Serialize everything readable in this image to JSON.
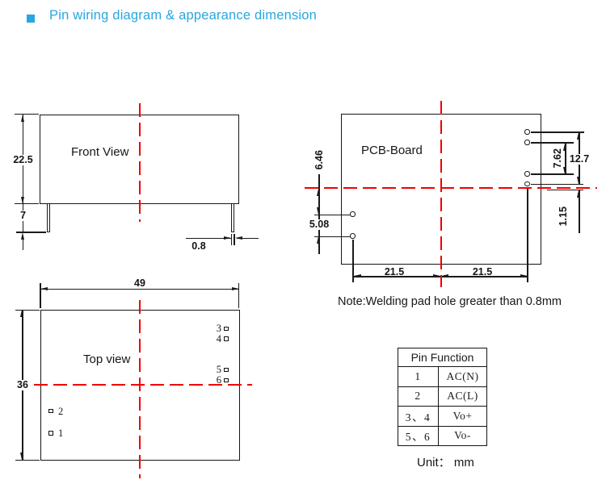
{
  "header": {
    "title": "Pin wiring diagram & appearance dimension"
  },
  "front_view": {
    "label": "Front View",
    "dim_body_height": "22.5",
    "dim_pin_length": "7",
    "dim_pin_width": "0.8"
  },
  "pcb_view": {
    "label": "PCB-Board",
    "dim_center_to_left_hole": "6.46",
    "dim_left_hole_pitch": "5.08",
    "dim_right_inner_pitch": "7.62",
    "dim_right_total_span": "12.7",
    "dim_right_center_offset": "1.15",
    "dim_left_half_width": "21.5",
    "dim_right_half_width": "21.5",
    "note": "Note:Welding pad hole greater than 0.8mm"
  },
  "top_view": {
    "label": "Top view",
    "dim_width": "49",
    "dim_height": "36",
    "pin_labels_right": [
      "3",
      "4",
      "5",
      "6"
    ],
    "pin_labels_left": [
      "2",
      "1"
    ]
  },
  "pin_table": {
    "title": "Pin Function",
    "rows": [
      {
        "pin": "1",
        "function": "AC(N)"
      },
      {
        "pin": "2",
        "function": "AC(L)"
      },
      {
        "pin": "3、4",
        "function": "Vo+"
      },
      {
        "pin": "5、6",
        "function": "Vo-"
      }
    ],
    "unit": "Unit： mm"
  }
}
